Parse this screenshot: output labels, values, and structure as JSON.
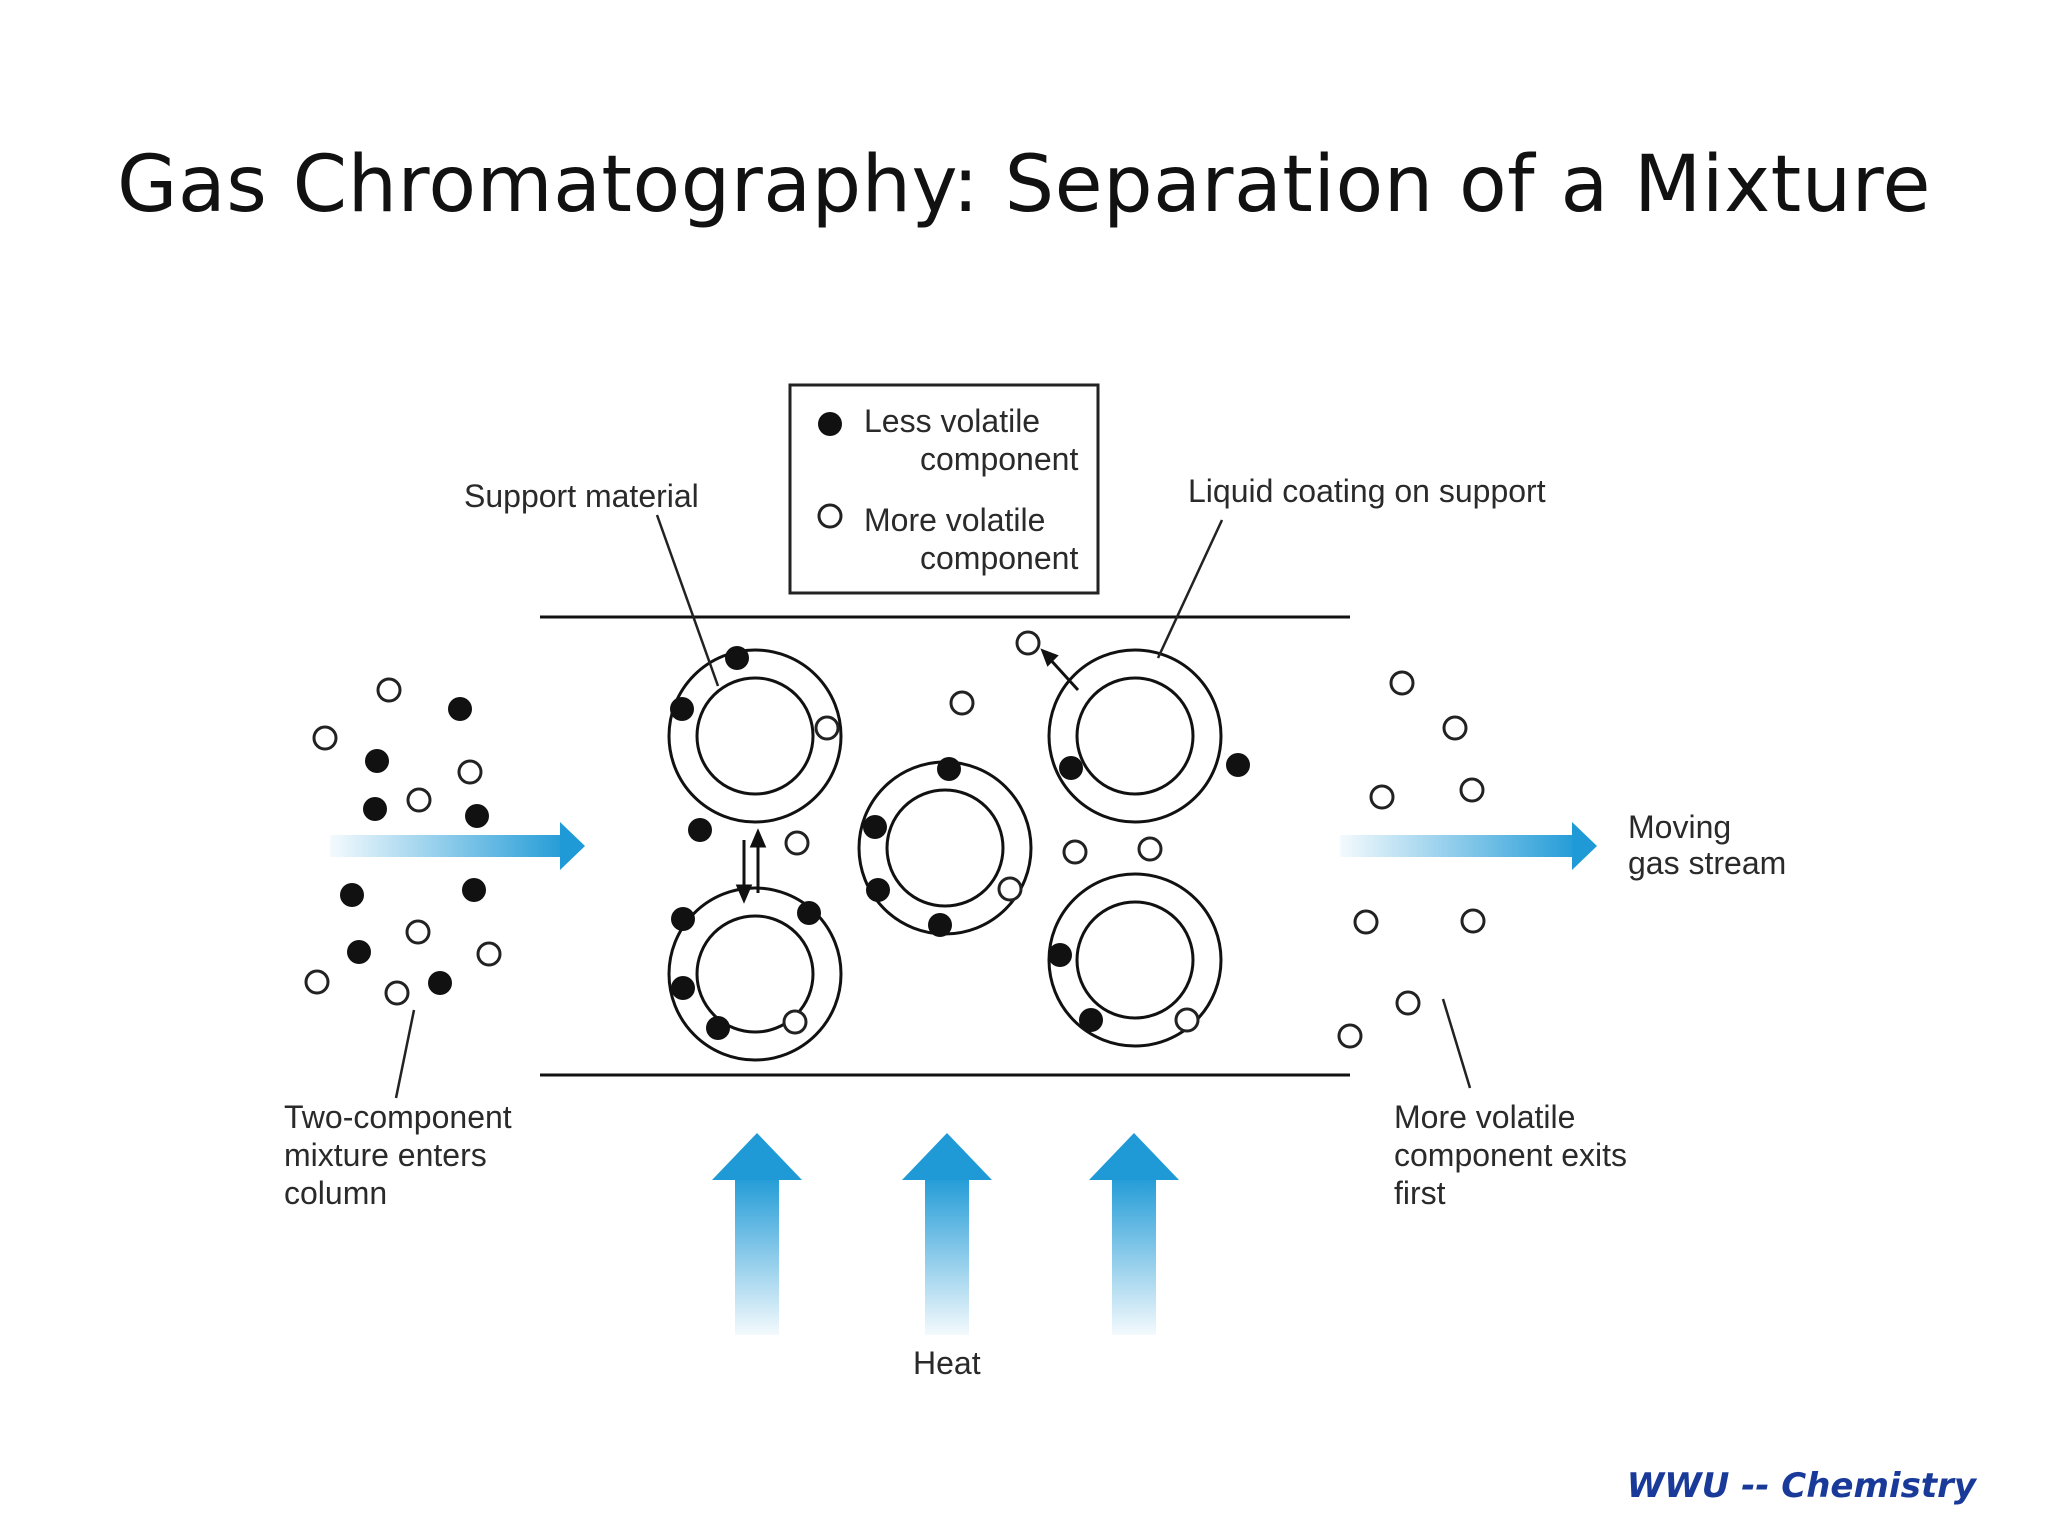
{
  "slide": {
    "title": "Gas Chromatography:  Separation of a Mixture",
    "footer": "WWU -- Chemistry"
  },
  "diagram": {
    "legend": {
      "less_volatile_line1": "Less volatile",
      "less_volatile_line2": "component",
      "more_volatile_line1": "More volatile",
      "more_volatile_line2": "component"
    },
    "labels": {
      "support_material": "Support material",
      "liquid_coating": "Liquid coating on support",
      "moving_gas_line1": "Moving",
      "moving_gas_line2": "gas stream",
      "mixture_line1": "Two-component",
      "mixture_line2": "mixture enters",
      "mixture_line3": "column",
      "exits_line1": "More volatile",
      "exits_line2": "component exits",
      "exits_line3": "first",
      "heat": "Heat"
    },
    "colors": {
      "arrow_blue": "#1f9ad6",
      "less_volatile": "#111111",
      "more_volatile": "#ffffff"
    }
  }
}
